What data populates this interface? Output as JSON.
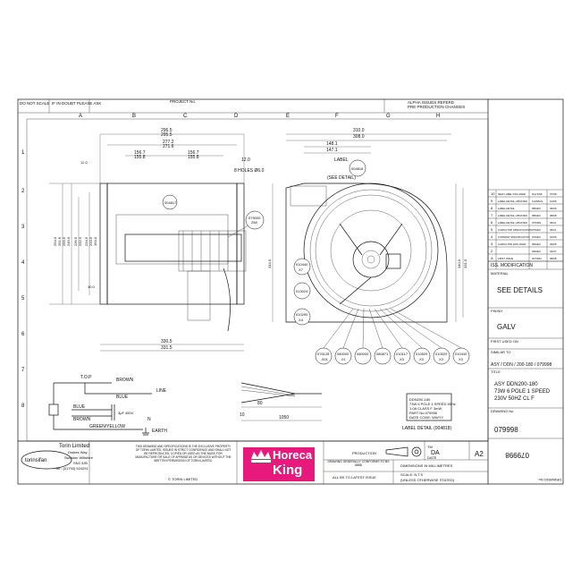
{
  "title_block": {
    "do_not_scale": "DO NOT SCALE",
    "if_in_doubt": "IF IN DOUBT PLEASE ASK",
    "project_no": "PROJECT No.",
    "alpha_issues": "ALPHA ISSUES REFERD",
    "pre_production": "PRE PRODUCTION CHANGES",
    "drawing_no_label": "DRAWING No.",
    "drawing_no": "079998",
    "drawing_no_rotated": "079998",
    "size": "A2",
    "drawn": "TM",
    "drawn_val": "DA",
    "date_label": "DATE",
    "dimensions": "DIMENSIONS IN MILLIMETRES",
    "scale": "SCALE: N.T.S",
    "unless": "(UNLESS OTHERWISE STATED)",
    "production": "PRODUCTION",
    "drawing_conform": "DRAWING GENERALLY CONFORMS TO BS 8888",
    "all_bs": "ALL BS TO LATEST ISSUE",
    "material_label": "MATERIAL",
    "material": "SEE DETAILS",
    "finish_label": "FINISH",
    "finish": "GALV",
    "first_used_label": "FIRST USED ON",
    "similar_label": "SIMILAR TO",
    "similar": "ASY / DDN / 200-180 / 079998",
    "title_label": "TITLE",
    "title_lines": [
      "ASY DDN200-180",
      "73W 6 POLE 1 SPEED",
      "230V 50HZ CL F"
    ],
    "drawing_number_label": "DRAWING No.",
    "modification_label": "ISS.",
    "modification": "MODIFICATION",
    "revision_rows": [
      {
        "iss": "10",
        "text": "NEW LABEL INCLUDED",
        "no": "N/A 5/06",
        "date": "07/08"
      },
      {
        "iss": "9",
        "text": "LABEL DETAIL UPDATED",
        "no": "113/MAS",
        "date": "10/06"
      },
      {
        "iss": "8",
        "text": "LABEL DETAIL",
        "no": "080/EX",
        "date": "06/09"
      },
      {
        "iss": "7",
        "text": "LABEL DETAIL UPDATED",
        "no": "080/EX",
        "date": "08/08"
      },
      {
        "iss": "6",
        "text": "LABEL DETAIL UPDATED",
        "no": "075/DN",
        "date": "06/11"
      },
      {
        "iss": "5",
        "text": "CAPACITOR SPECIFICATION",
        "no": "075/EX",
        "date": "06/11"
      },
      {
        "iss": "4",
        "text": "CURRENT SPECIFICATION",
        "no": "070/EX",
        "date": "04/06"
      },
      {
        "iss": "3",
        "text": "CAPACITOR WAS 45WA",
        "no": "060/EX",
        "date": "09/05"
      },
      {
        "iss": "2",
        "text": "",
        "no": "030/EX",
        "date": "04/07"
      },
      {
        "iss": "A",
        "text": "FIRST ISSUE",
        "no": "207/DM",
        "date": "08/08"
      }
    ]
  },
  "company": {
    "name": "Torin Limited",
    "addr1": "Drakes Way",
    "addr2": "Swindon Wiltshire",
    "addr3": "SN3 3JB",
    "tel": "Tel : (01793) 524291",
    "logo_text": "torinsifan",
    "disclaimer": "THIS DRAWING AND SPECIFICATIONS IS THE EXCLUSIVE PROPERTY OF TORIN LIMITED, ISSUED IN STRICT CONFIDENCE AND SHALL NOT BE REPRODUCED, COPIED OR USED AS THE BASIS FOR MANUFACTURE OR SALE OF APPARATUS OR DEVICES WITHOUT THE WRITTEN PERMISSION OF TORIN LIMITED.",
    "copyright": "© TORIN LIMITED"
  },
  "brand": {
    "name1": "Horeca",
    "name2": "King",
    "bg": "#e8197d"
  },
  "grid": {
    "cols": [
      "A",
      "B",
      "C",
      "D",
      "E",
      "F",
      "G",
      "H"
    ],
    "rows": [
      "1",
      "2",
      "3",
      "4",
      "5",
      "6",
      "7",
      "8"
    ]
  },
  "side_view": {
    "dims_top": [
      "296.5",
      "295.5",
      "277.2",
      "271.6",
      "156.7",
      "155.8",
      "156.7",
      "155.8"
    ],
    "dim_right_top": "12.0",
    "holes_note": "8 HOLES Ø6.0",
    "dims_bottom": [
      "330.5",
      "331.5"
    ],
    "dims_left": [
      "12.0",
      "254.0",
      "251.6",
      "259.5",
      "249.0",
      "236.5",
      "232.5",
      "234.5",
      "233.5",
      "164.0",
      "10.0"
    ],
    "callout_1": "004817",
    "callout_2": "079000",
    "callout_2b": "258"
  },
  "front_view": {
    "dims_top": [
      "310.0",
      "308.0",
      "148.1",
      "147.1"
    ],
    "label_title": "LABEL",
    "label_detail": "(SEE DETAIL)",
    "label_no": "004818",
    "dims_right": [
      "340.0",
      "331.0",
      "344.0"
    ],
    "callouts_left": [
      "010440",
      "X7",
      "013024",
      "010290",
      "X4"
    ],
    "callouts_bottom": [
      {
        "a": "076128",
        "b": ".001"
      },
      {
        "a": "080000",
        "b": ".01"
      },
      {
        "a": "080000",
        "b": ""
      },
      {
        "a": "080871",
        "b": ""
      },
      {
        "a": "010117",
        "b": "X3"
      },
      {
        "a": "010529",
        "b": "X3"
      },
      {
        "a": "010529",
        "b": "X3"
      },
      {
        "a": "010440",
        "b": "X3"
      }
    ]
  },
  "wiring": {
    "top": "T.O.P",
    "brown": "BROWN",
    "blue": "BLUE",
    "line": "LINE",
    "blue2": "BLUE",
    "brown2": "BROWN",
    "cap": "3μF 450V",
    "neutral": "N",
    "green": "GREEN/YELLOW",
    "earth": "EARTH"
  },
  "cable": {
    "dim_a": "10",
    "dim_b": "1050",
    "dim_c": "80"
  },
  "label_detail": {
    "caption": "LABEL DETAIL (004818)",
    "lines": [
      "DDN200-180",
      "73W 6 POLE 1 SPEED 50Hz",
      "1.0A CLASS F 3mW",
      "PART No.079998",
      "DATE CODE: WWYY"
    ]
  }
}
